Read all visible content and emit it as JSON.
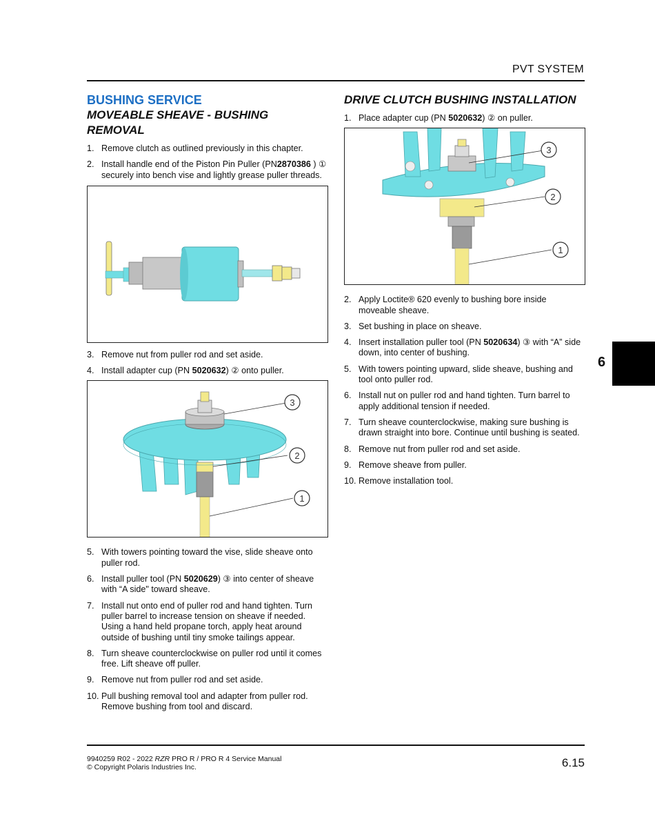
{
  "header": {
    "section": "PVT SYSTEM"
  },
  "chapter_tab": "6",
  "left": {
    "title": "BUSHING SERVICE",
    "subtitle": "MOVEABLE SHEAVE - BUSHING REMOVAL",
    "steps_a": [
      {
        "num": "1.",
        "text": "Remove clutch as outlined previously in this chapter."
      },
      {
        "num": "2.",
        "pre": "Install handle end of the Piston Pin Puller (PN",
        "bold": "2870386",
        "post": " ) ① securely into bench vise and lightly grease puller threads."
      }
    ],
    "steps_b": [
      {
        "num": "3.",
        "text": "Remove nut from puller rod and set aside."
      },
      {
        "num": "4.",
        "pre": "Install adapter cup (PN ",
        "bold": "5020632",
        "post": ") ② onto puller."
      }
    ],
    "fig2_callouts": [
      "3",
      "2",
      "1"
    ],
    "steps_c": [
      {
        "num": "5.",
        "text": "With towers pointing toward the vise, slide sheave onto puller rod."
      },
      {
        "num": "6.",
        "pre": "Install puller tool (PN ",
        "bold": "5020629",
        "post": ") ③ into center of sheave with “A side\" toward sheave."
      },
      {
        "num": "7.",
        "text": "Install nut onto end of puller rod and hand tighten. Turn puller barrel to increase tension on sheave if needed. Using a hand held propane torch, apply heat around outside of bushing until tiny smoke tailings appear."
      },
      {
        "num": "8.",
        "text": "Turn sheave counterclockwise on puller rod until it comes free. Lift sheave off puller."
      },
      {
        "num": "9.",
        "text": "Remove nut from puller rod and set aside."
      },
      {
        "num": "10.",
        "text": "Pull bushing removal tool and adapter from puller rod. Remove bushing from tool and discard."
      }
    ]
  },
  "right": {
    "title": "DRIVE CLUTCH BUSHING INSTALLATION",
    "steps_a": [
      {
        "num": "1.",
        "pre": "Place adapter cup (PN ",
        "bold": "5020632",
        "post": ") ② on puller."
      }
    ],
    "fig_callouts": [
      "3",
      "2",
      "1"
    ],
    "steps_b": [
      {
        "num": "2.",
        "text": "Apply Loctite® 620 evenly to bushing bore inside moveable sheave."
      },
      {
        "num": "3.",
        "text": "Set bushing in place on sheave."
      },
      {
        "num": "4.",
        "pre": "Insert installation puller tool (PN ",
        "bold": "5020634",
        "post": ") ③ with “A” side down, into center of bushing."
      },
      {
        "num": "5.",
        "text": "With towers pointing upward, slide sheave, bushing and tool onto puller rod."
      },
      {
        "num": "6.",
        "text": "Install nut on puller rod and hand tighten. Turn barrel to apply additional tension if needed."
      },
      {
        "num": "7.",
        "text": "Turn sheave counterclockwise, making sure bushing is drawn straight into bore. Continue until bushing is seated."
      },
      {
        "num": "8.",
        "text": "Remove nut from puller rod and set aside."
      },
      {
        "num": "9.",
        "text": "Remove sheave from puller."
      },
      {
        "num": "10.",
        "text": "Remove installation tool."
      }
    ]
  },
  "footer": {
    "doc_pre": "9940259 R02 - 2022 ",
    "doc_model": "RZR",
    "doc_post": " PRO R / PRO R 4 Service Manual",
    "copyright": "© Copyright Polaris Industries Inc.",
    "page": "6.15"
  },
  "colors": {
    "heading_blue": "#1d6fc4",
    "part_cyan": "#6fdde3",
    "part_yellow": "#f3e98a"
  }
}
